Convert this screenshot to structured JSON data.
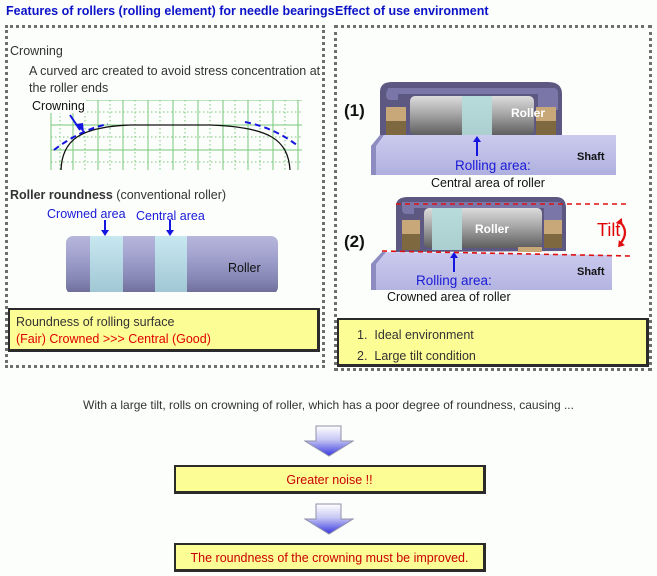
{
  "left_panel": {
    "title": "Features of rollers (rolling element) for needle bearings",
    "crowning": {
      "heading": "Crowning",
      "description_line1": "A curved arc created to avoid stress concentration at",
      "description_line2": "the roller ends",
      "diagram_label": "Crowning"
    },
    "roller_roundness": {
      "heading_bold": "Roller roundness",
      "heading_note": "(conventional roller)",
      "crowned_area_label": "Crowned area",
      "central_area_label": "Central area",
      "roller_label": "Roller"
    },
    "summary": {
      "line1": "Roundness of rolling surface",
      "line2": "(Fair) Crowned >>> Central (Good)"
    }
  },
  "right_panel": {
    "title": "Effect of use environment",
    "case1": {
      "number": "(1)",
      "roller_label": "Roller",
      "shaft_label": "Shaft",
      "rolling_area_label": "Rolling area:",
      "rolling_area_value": "Central area of roller"
    },
    "case2": {
      "number": "(2)",
      "roller_label": "Roller",
      "shaft_label": "Shaft",
      "tilt_label": "Tilt",
      "rolling_area_label": "Rolling area:",
      "rolling_area_value": "Crowned area of roller"
    },
    "legend": [
      {
        "num": "1.",
        "text": "Ideal environment"
      },
      {
        "num": "2.",
        "text": "Large tilt condition"
      }
    ]
  },
  "flow": {
    "intro": "With a large tilt, rolls on crowning of roller, which has a poor degree of roundness, causing ...",
    "result1": "Greater noise !!",
    "result2": "The roundness of the crowning must be improved."
  },
  "colors": {
    "title_blue": "#0b12c8",
    "label_blue": "#1a1ad8",
    "emphasis_red": "#e00000",
    "box_yellow": "#fdfd96",
    "grid_green": "#7ac87a",
    "roller_purple": "#9a9ac8",
    "highlight_cyan": "#bfe3ec"
  }
}
